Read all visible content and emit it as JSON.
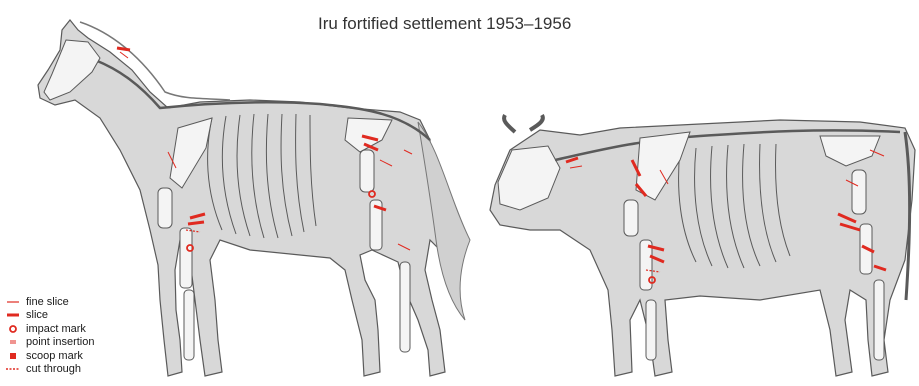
{
  "title": "Iru fortified settlement 1953–1956",
  "colors": {
    "mark": "#e02a20",
    "body_fill": "#d8d8d8",
    "bone_fill": "#f4f4f4",
    "outline": "#5a5a5a"
  },
  "animals": [
    {
      "name": "horse-silhouette"
    },
    {
      "name": "cow-silhouette"
    }
  ],
  "legend": [
    {
      "symbol": "thin-line",
      "label": "fine slice"
    },
    {
      "symbol": "thick-line",
      "label": "slice"
    },
    {
      "symbol": "circle",
      "label": "impact mark"
    },
    {
      "symbol": "dots",
      "label": "point insertion"
    },
    {
      "symbol": "square",
      "label": "scoop mark"
    },
    {
      "symbol": "dashed-line",
      "label": "cut through"
    }
  ]
}
